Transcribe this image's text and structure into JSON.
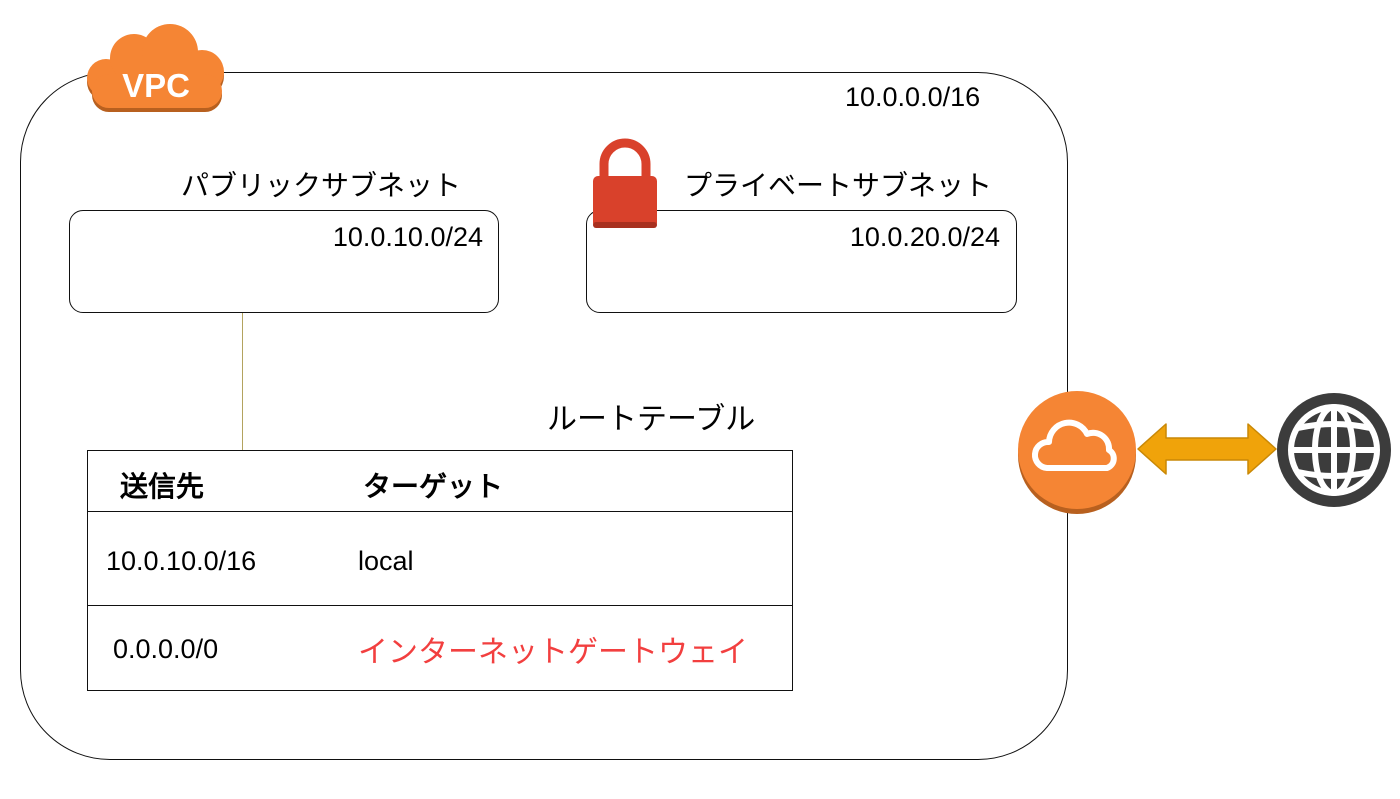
{
  "vpc": {
    "badge": "VPC",
    "cidr": "10.0.0.0/16"
  },
  "public_subnet": {
    "title": "パブリックサブネット",
    "cidr": "10.0.10.0/24"
  },
  "private_subnet": {
    "title": "プライベートサブネット",
    "cidr": "10.0.20.0/24"
  },
  "route_table": {
    "title": "ルートテーブル",
    "headers": [
      "送信先",
      "ターゲット"
    ],
    "rows": [
      {
        "destination": "10.0.10.0/16",
        "target": "local"
      },
      {
        "destination": "0.0.0.0/0",
        "target": "インターネットゲートウェイ"
      }
    ]
  },
  "colors": {
    "aws_orange": "#f58534",
    "lock_red": "#d9412b",
    "arrow_gold": "#f0a30a",
    "globe_gray": "#3c3c3c",
    "highlight_red": "#f23f3f"
  },
  "icons": {
    "vpc": "vpc-cloud-icon",
    "lock": "lock-icon",
    "gateway": "internet-gateway-icon",
    "arrow": "double-arrow-icon",
    "globe": "globe-icon"
  }
}
